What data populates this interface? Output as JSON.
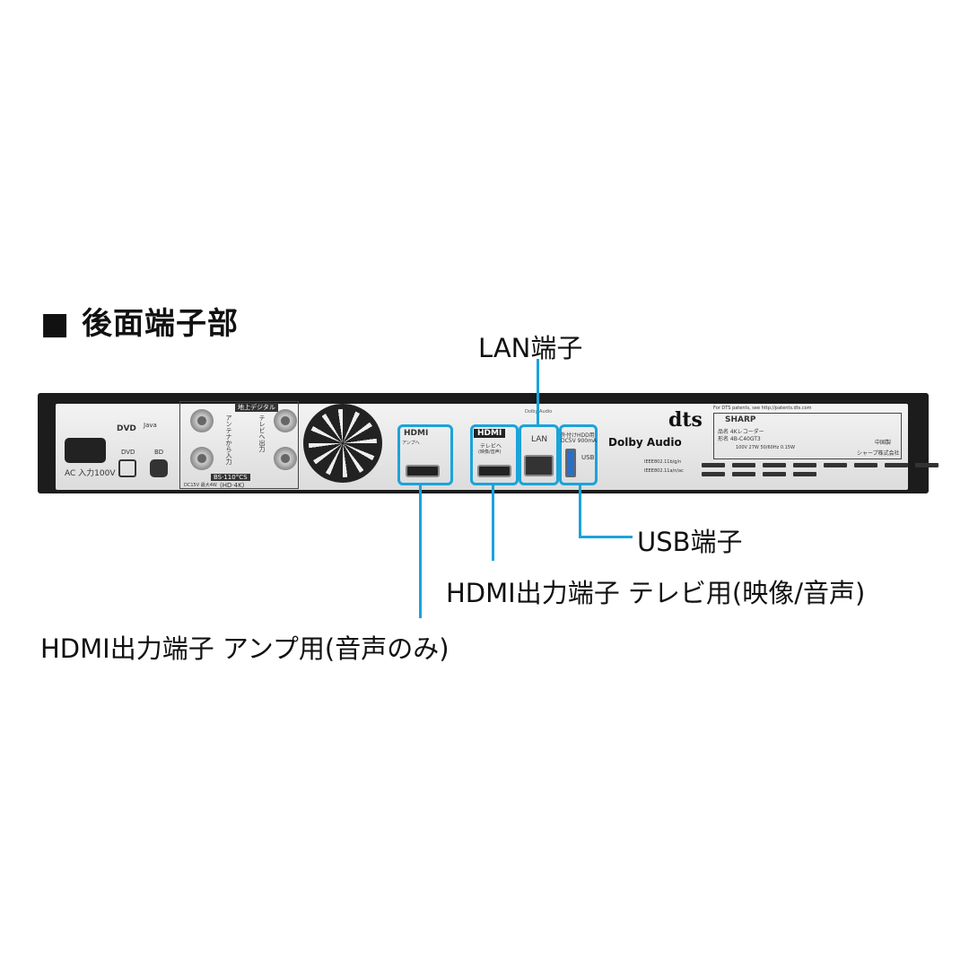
{
  "title": "■ 後面端子部",
  "labels": {
    "lan": "LAN端子",
    "usb": "USB端子",
    "hdmi_tv": "HDMI出力端子 テレビ用(映像/音声)",
    "hdmi_amp": "HDMI出力端子 アンプ用(音声のみ)"
  },
  "device": {
    "ac": "AC 入力100V",
    "dvd": "DVD",
    "bd": "BD",
    "java": "Java",
    "terrestrial": "地上デジタル",
    "antenna_in": "アンテナから入力",
    "tv_out": "テレビへ出力",
    "bs": "BS·110°CS",
    "bs_sub": "(HD·4K)",
    "power_supply": "DC15V 最大4W",
    "hdmi": "HDMI",
    "amp": "アンプへ",
    "tv": "テレビへ",
    "tv_sub": "(映像/音声)",
    "lan": "LAN",
    "hdd": "外付けHDD用",
    "hdd_sub": "DC5V 900mA",
    "usb": "USB",
    "dts": "dts",
    "dolby": "Dolby Audio",
    "brand": "SHARP",
    "model_name": "品名 4Kレコーダー",
    "model": "形名 4B-C40GT3",
    "made": "中国製",
    "maker": "シャープ株式会社",
    "rated": "100V 27W 50/60Hz 0.15W",
    "wifi": "IEEE802.11b/g/n",
    "wifi2": "IEEE802.11a/n/ac",
    "dts_note": "For DTS patents, see http://patents.dts.com"
  },
  "colors": {
    "accent": "#1ba3d9"
  }
}
